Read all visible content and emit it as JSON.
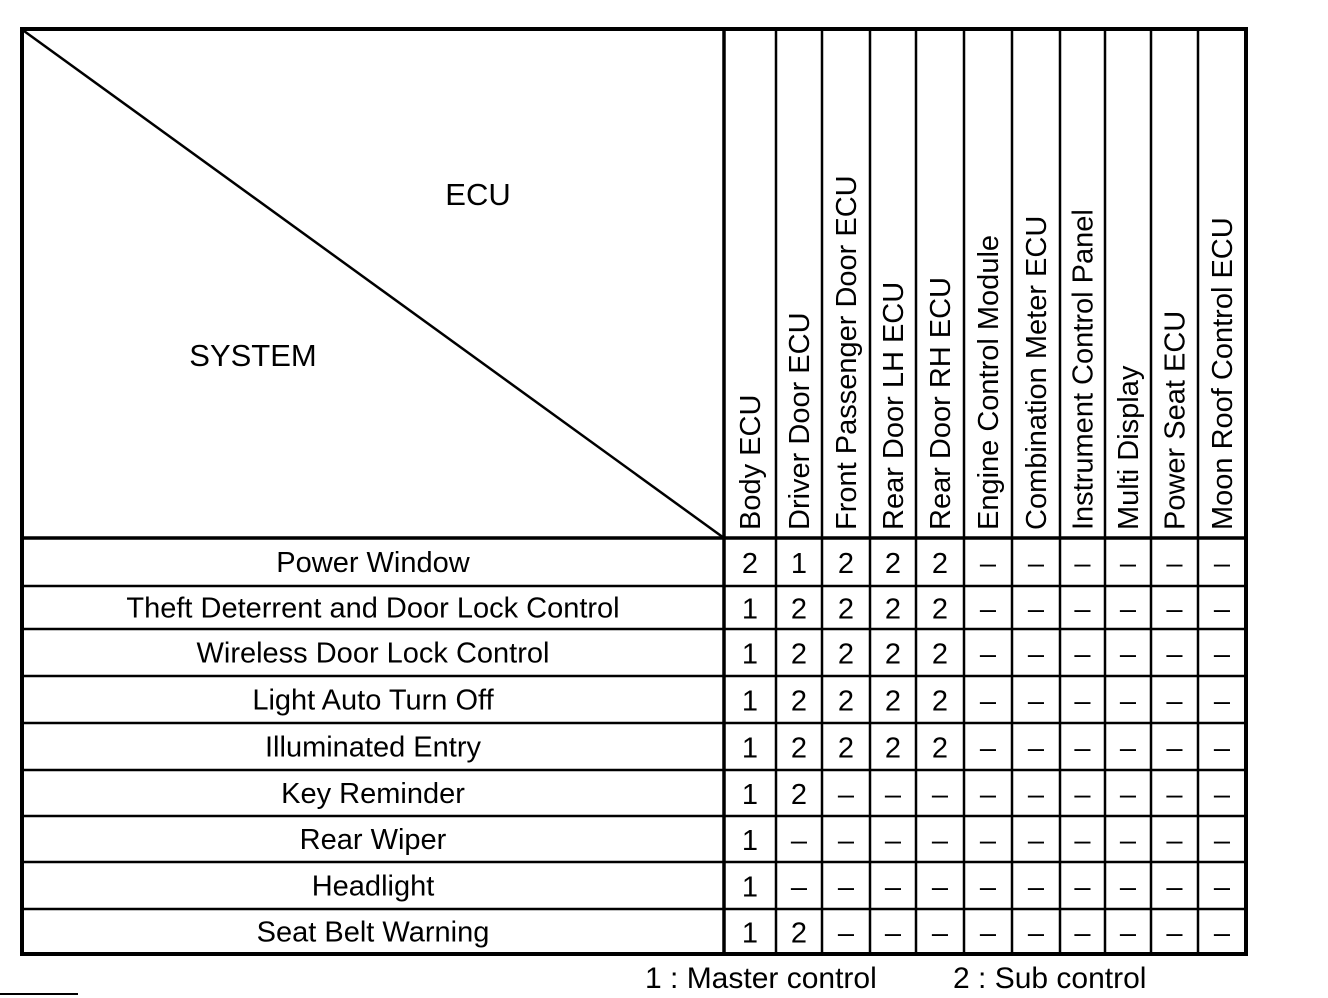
{
  "header": {
    "ecu_label": "ECU",
    "system_label": "SYSTEM"
  },
  "ecus": [
    "Body ECU",
    "Driver Door ECU",
    "Front Passenger Door ECU",
    "Rear Door LH ECU",
    "Rear Door RH ECU",
    "Engine Control Module",
    "Combination Meter ECU",
    "Instrument Control Panel",
    "Multi Display",
    "Power Seat ECU",
    "Moon Roof Control ECU"
  ],
  "rows": [
    {
      "system": "Power Window",
      "values": [
        "2",
        "1",
        "2",
        "2",
        "2",
        "–",
        "–",
        "–",
        "–",
        "–",
        "–"
      ]
    },
    {
      "system": "Theft Deterrent and  Door Lock Control",
      "values": [
        "1",
        "2",
        "2",
        "2",
        "2",
        "–",
        "–",
        "–",
        "–",
        "–",
        "–"
      ]
    },
    {
      "system": "Wireless Door Lock Control",
      "values": [
        "1",
        "2",
        "2",
        "2",
        "2",
        "–",
        "–",
        "–",
        "–",
        "–",
        "–"
      ]
    },
    {
      "system": "Light Auto Turn Off",
      "values": [
        "1",
        "2",
        "2",
        "2",
        "2",
        "–",
        "–",
        "–",
        "–",
        "–",
        "–"
      ]
    },
    {
      "system": "Illuminated  Entry",
      "values": [
        "1",
        "2",
        "2",
        "2",
        "2",
        "–",
        "–",
        "–",
        "–",
        "–",
        "–"
      ]
    },
    {
      "system": "Key Reminder",
      "values": [
        "1",
        "2",
        "–",
        "–",
        "–",
        "–",
        "–",
        "–",
        "–",
        "–",
        "–"
      ]
    },
    {
      "system": "Rear Wiper",
      "values": [
        "1",
        "–",
        "–",
        "–",
        "–",
        "–",
        "–",
        "–",
        "–",
        "–",
        "–"
      ]
    },
    {
      "system": "Headlight",
      "values": [
        "1",
        "–",
        "–",
        "–",
        "–",
        "–",
        "–",
        "–",
        "–",
        "–",
        "–"
      ]
    },
    {
      "system": "Seat Belt Warning",
      "values": [
        "1",
        "2",
        "–",
        "–",
        "–",
        "–",
        "–",
        "–",
        "–",
        "–",
        "–"
      ]
    }
  ],
  "legend": {
    "master": "1 : Master control",
    "sub": "2 : Sub control"
  }
}
